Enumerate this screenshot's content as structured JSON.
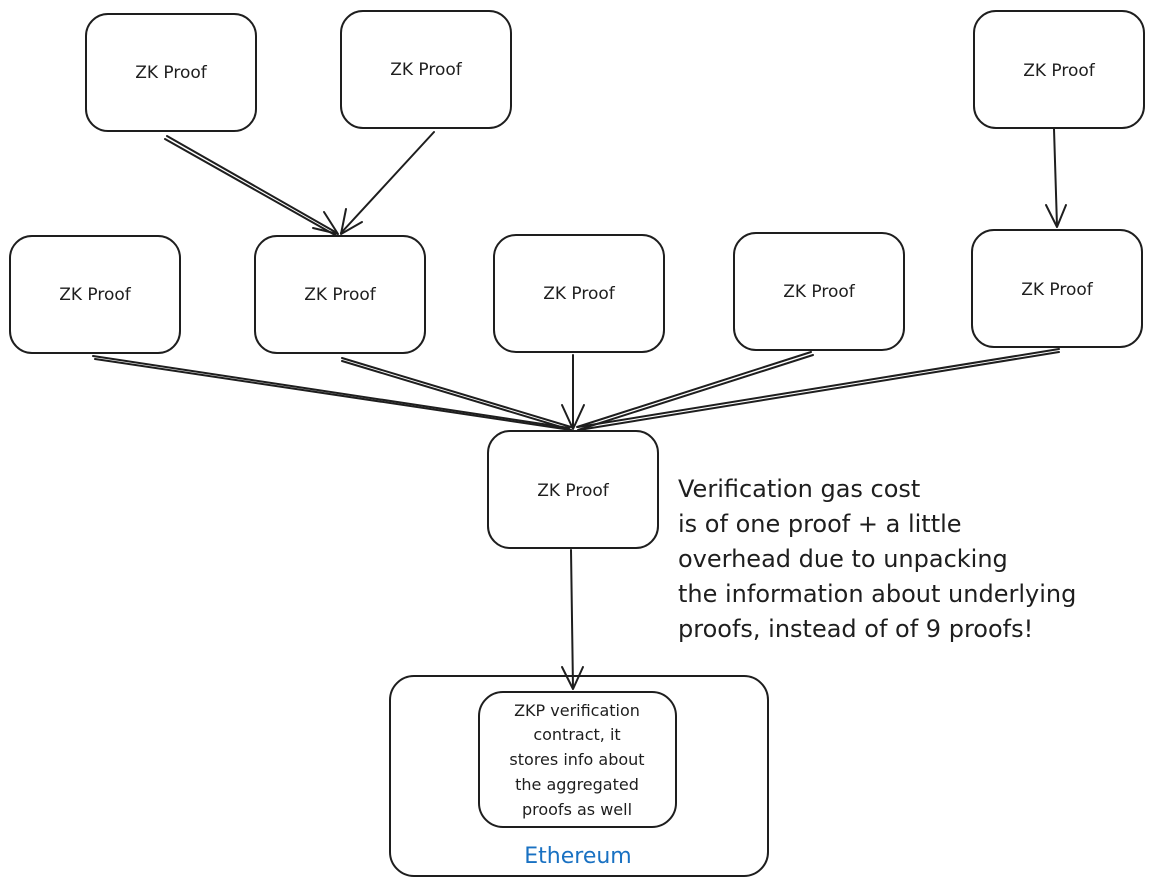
{
  "nodes": {
    "top_left": "ZK Proof",
    "top_middle": "ZK Proof",
    "top_right": "ZK Proof",
    "row2_1": "ZK Proof",
    "row2_2": "ZK Proof",
    "row2_3": "ZK Proof",
    "row2_4": "ZK Proof",
    "row2_5": "ZK Proof",
    "aggregate": "ZK Proof"
  },
  "note": {
    "lines": [
      "Verification gas cost",
      "is of one proof + a little",
      "overhead due to unpacking",
      "the information about underlying",
      "proofs, instead of of 9 proofs!"
    ]
  },
  "contract": {
    "lines": [
      "ZKP verification",
      "contract, it",
      "stores info about",
      "the aggregated",
      "proofs as well"
    ]
  },
  "ethereum": {
    "label": "Ethereum",
    "color": "#1971c2"
  }
}
